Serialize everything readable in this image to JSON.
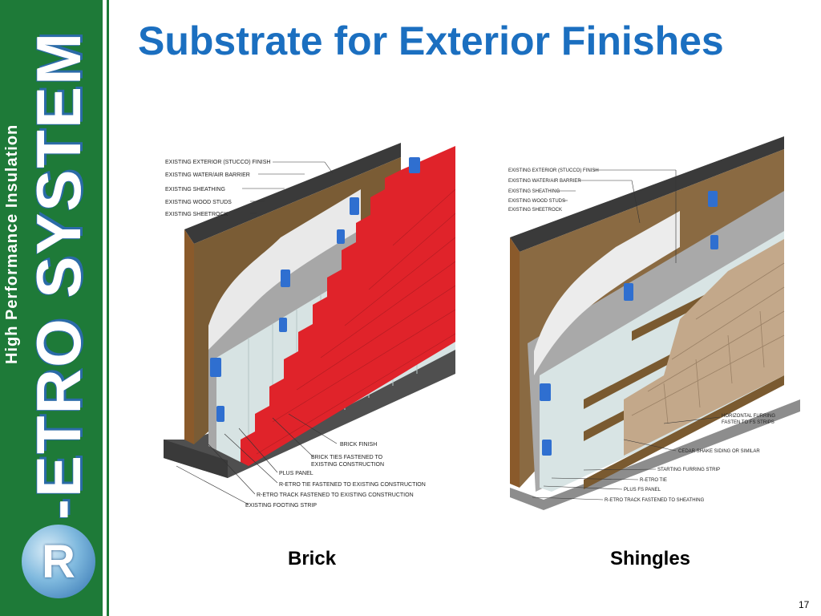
{
  "slide": {
    "title": "Substrate for Exterior Finishes",
    "page_number": "17"
  },
  "logo": {
    "brand_prefix": "R",
    "brand_word": "-ETRO SYSTEM",
    "tagline": "High Performance Insulation"
  },
  "figures": {
    "brick": {
      "caption": "Brick",
      "top_callouts": [
        "EXISTING EXTERIOR (STUCCO) FINISH",
        "EXISTING WATER/AIR BARRIER",
        "EXISTING SHEATHING",
        "EXISTING WOOD STUDS",
        "EXISTING SHEETROCK"
      ],
      "bottom_callouts": [
        "BRICK FINISH",
        "BRICK TIES FASTENED TO",
        "EXISTING CONSTRUCTION",
        "PLUS PANEL",
        "R-ETRO TIE FASTENED TO EXISTING CONSTRUCTION",
        "R-ETRO TRACK FASTENED TO EXISTING CONSTRUCTION",
        "EXISTING FOOTING STRIP"
      ]
    },
    "shingles": {
      "caption": "Shingles",
      "top_callouts": [
        "EXISTING EXTERIOR (STUCCO) FINISH",
        "EXISTING WATER/AIR BARRIER",
        "EXISTING SHEATHING",
        "EXISTING WOOD STUDS",
        "EXISTING SHEETROCK"
      ],
      "bottom_callouts": [
        "HORIZONTAL FURRING",
        "FASTEN TO FS STRIPS",
        "CEDAR SHAKE SIDING OR SIMILAR",
        "STARTING FURRING STRIP",
        "R-ETRO TIE",
        "PLUS FS PANEL",
        "R-ETRO TRACK FASTENED TO SHEATHING"
      ]
    }
  },
  "colors": {
    "brand_green": "#1e7a38",
    "title_blue": "#1b6fc0",
    "brick_red": "#e0232a",
    "tie_blue": "#2f6fd0"
  }
}
